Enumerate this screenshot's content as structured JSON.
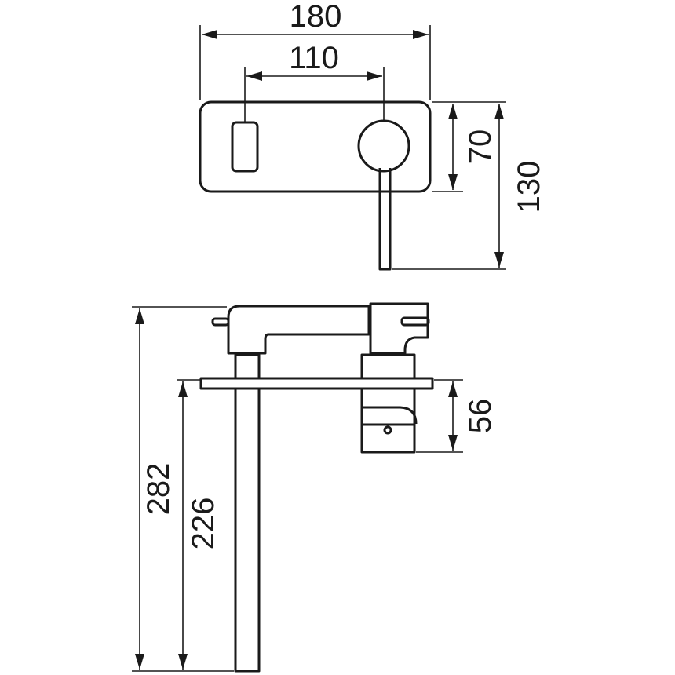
{
  "dimensions": {
    "width_total": "180",
    "centers": "110",
    "plate_height": "70",
    "overall_height": "130",
    "spout_depth": "282",
    "spout_length": "226",
    "body_projection": "56"
  },
  "colors": {
    "line": "#1a1a1a",
    "background": "#ffffff"
  }
}
